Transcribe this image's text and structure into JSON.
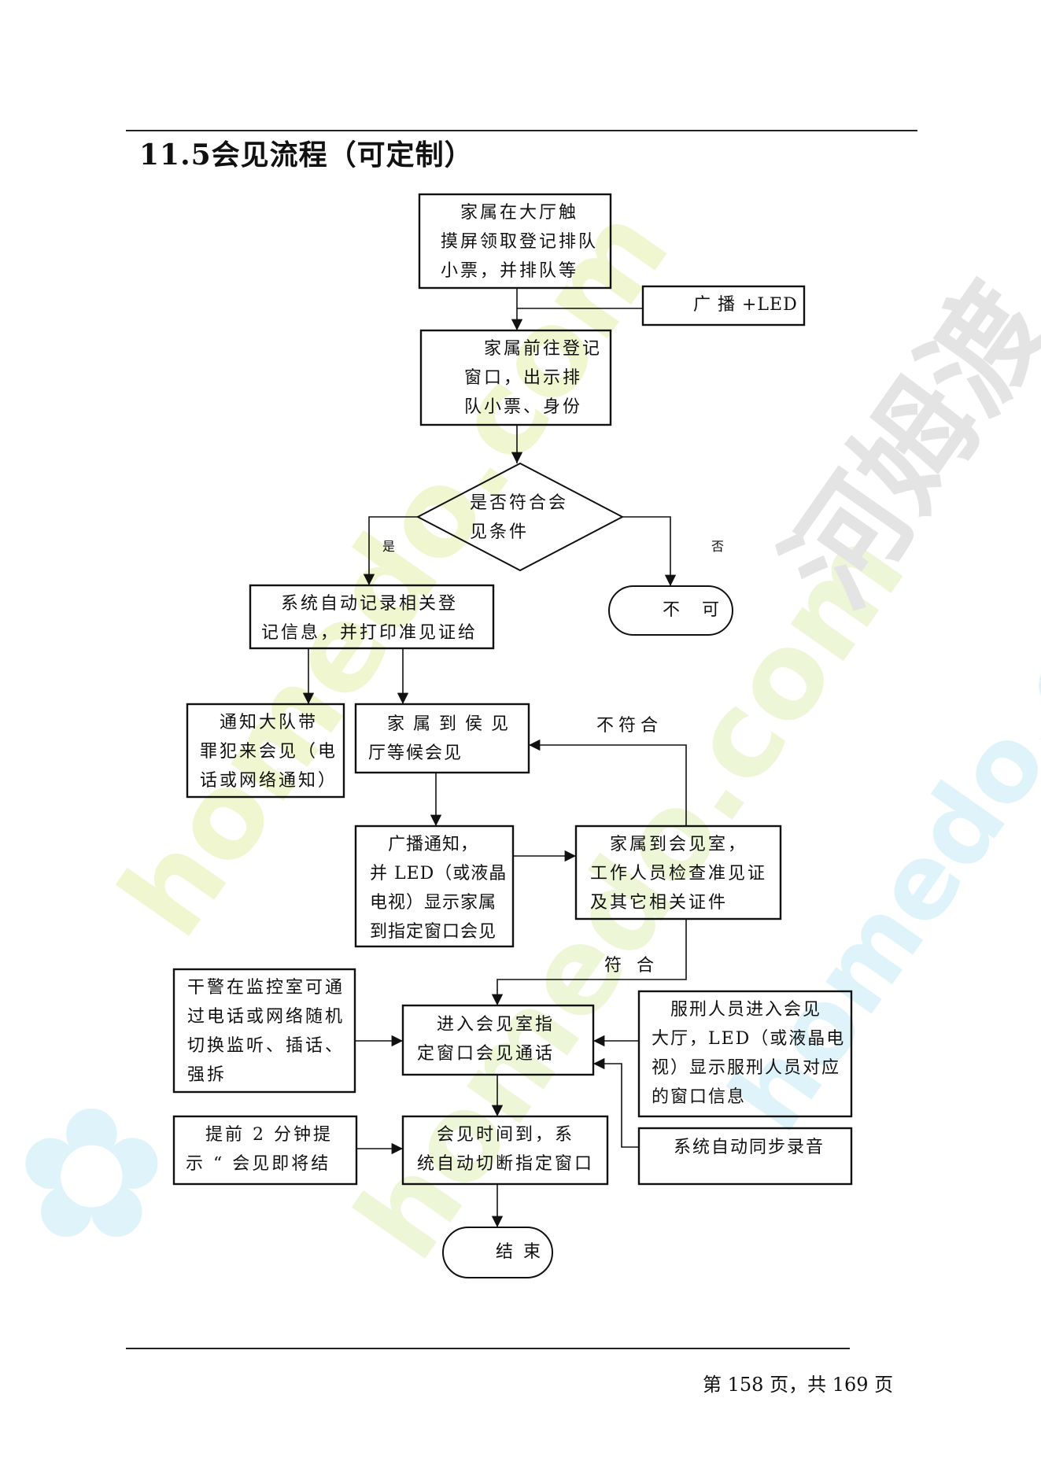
{
  "heading": "11.5会见流程（可定制）",
  "footer": "第 158 页，共 169 页",
  "watermarks": {
    "site": "homedo.com",
    "brand": "河姆渡"
  },
  "colors": {
    "line": "#111111",
    "wm_green": "#f0f6cf",
    "wm_blue": "#dff3fa",
    "wm_gray": "#e4e4e4"
  },
  "nodes": {
    "n1": "　家属在大厅触\n摸屏领取登记排队\n小票，并排队等",
    "broadcast_led": "　广 播 +LED",
    "n2": "　家属前往登记\n窗口，出示排\n队小票、身份",
    "decision": "是否符合会\n见条件",
    "record": "　系统自动记录相关登\n记信息，并打印准见证给",
    "reject": "不　可",
    "notify_team": "　通知大队带\n罪犯来会见（电\n话或网络通知）",
    "waiting": "　家 属 到 侯 见\n厅等候会见",
    "broadcast_notice": "　广播通知，\n并 LED（或液晶\n电视）显示家属\n到指定窗口会见",
    "check": "　家属到会见室，\n工作人员检查准见证\n及其它相关证件",
    "monitor": "干警在监控室可通\n过电话或网络随机\n切换监听、插话、\n强拆",
    "enter": "　进入会见室指\n定窗口会见通话",
    "inmate": "　服刑人员进入会见\n大厅，LED（或液晶电\n视）显示服刑人员对应\n的窗口信息",
    "remind": "　提前 2 分钟提\n示 “ 会见即将结",
    "timeup": "　会见时间到，系\n统自动切断指定窗口",
    "record_audio": "　系统自动同步录音",
    "end": "结 束"
  },
  "labels": {
    "yes": "是",
    "no": "否",
    "not_match": "不符合",
    "match": "符 合"
  }
}
